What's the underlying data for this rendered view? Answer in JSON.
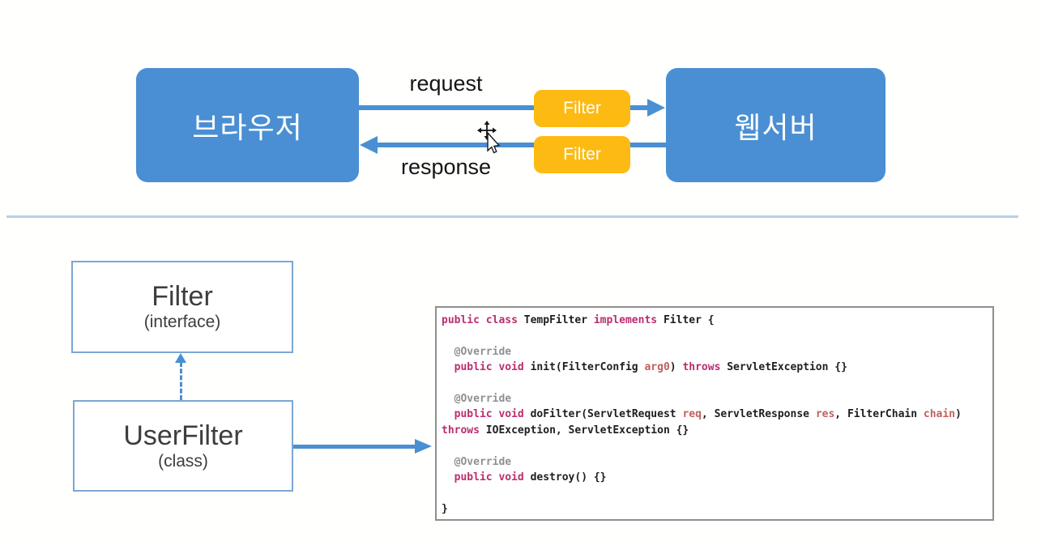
{
  "flow": {
    "browser_label": "브라우저",
    "webserver_label": "웹서버",
    "request_label": "request",
    "response_label": "response",
    "filters": [
      "Filter",
      "Filter"
    ]
  },
  "uml": {
    "interface_title": "Filter",
    "interface_subtitle": "(interface)",
    "class_title": "UserFilter",
    "class_subtitle": "(class)"
  },
  "code": {
    "lines": [
      {
        "tokens": [
          {
            "t": "public class ",
            "c": "kw"
          },
          {
            "t": "TempFilter ",
            "c": "id"
          },
          {
            "t": "implements ",
            "c": "kw"
          },
          {
            "t": "Filter {",
            "c": "pl"
          }
        ]
      },
      {
        "tokens": []
      },
      {
        "tokens": [
          {
            "t": "  @Override",
            "c": "ann"
          }
        ]
      },
      {
        "tokens": [
          {
            "t": "  ",
            "c": "pl"
          },
          {
            "t": "public void ",
            "c": "kw"
          },
          {
            "t": "init",
            "c": "id"
          },
          {
            "t": "(FilterConfig ",
            "c": "pl"
          },
          {
            "t": "arg0",
            "c": "param"
          },
          {
            "t": ") ",
            "c": "pl"
          },
          {
            "t": "throws ",
            "c": "kw"
          },
          {
            "t": "ServletException {}",
            "c": "pl"
          }
        ]
      },
      {
        "tokens": []
      },
      {
        "tokens": [
          {
            "t": "  @Override",
            "c": "ann"
          }
        ]
      },
      {
        "tokens": [
          {
            "t": "  ",
            "c": "pl"
          },
          {
            "t": "public void ",
            "c": "kw"
          },
          {
            "t": "doFilter",
            "c": "id"
          },
          {
            "t": "(ServletRequest ",
            "c": "pl"
          },
          {
            "t": "req",
            "c": "param"
          },
          {
            "t": ", ServletResponse ",
            "c": "pl"
          },
          {
            "t": "res",
            "c": "param"
          },
          {
            "t": ", FilterChain ",
            "c": "pl"
          },
          {
            "t": "chain",
            "c": "param"
          },
          {
            "t": ")",
            "c": "pl"
          }
        ]
      },
      {
        "tokens": [
          {
            "t": "throws ",
            "c": "kw"
          },
          {
            "t": "IOException, ServletException {}",
            "c": "pl"
          }
        ]
      },
      {
        "tokens": []
      },
      {
        "tokens": [
          {
            "t": "  @Override",
            "c": "ann"
          }
        ]
      },
      {
        "tokens": [
          {
            "t": "  ",
            "c": "pl"
          },
          {
            "t": "public void ",
            "c": "kw"
          },
          {
            "t": "destroy",
            "c": "id"
          },
          {
            "t": "() {}",
            "c": "pl"
          }
        ]
      },
      {
        "tokens": []
      },
      {
        "tokens": [
          {
            "t": "}",
            "c": "pl"
          }
        ]
      }
    ]
  },
  "icons": {
    "cursor": "move-cursor"
  },
  "colors": {
    "shape_blue": "#4a8fd3",
    "filter_orange": "#fdba12",
    "divider_blue": "#b9cfe7",
    "uml_border": "#7da6d2",
    "code_keyword": "#bb2d6f",
    "code_param": "#c2605c",
    "code_annotation": "#909090",
    "code_text": "#1e1e1e"
  }
}
